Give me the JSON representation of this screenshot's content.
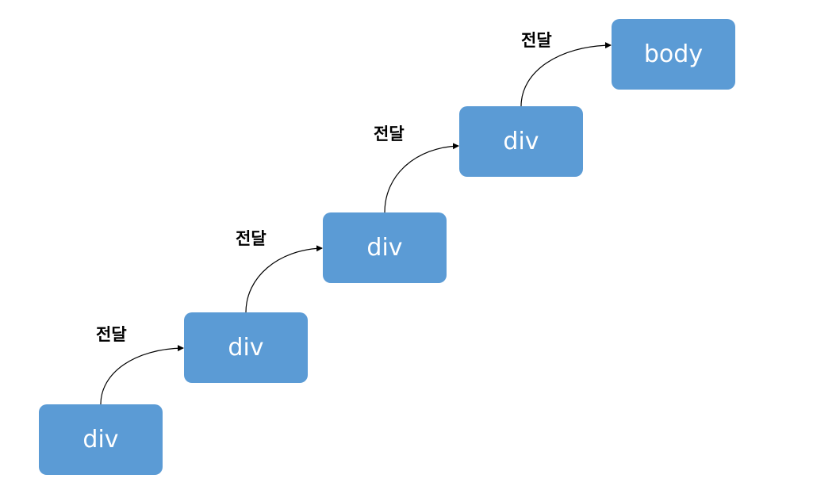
{
  "diagram": {
    "nodes": [
      {
        "id": "n1",
        "label": "div"
      },
      {
        "id": "n2",
        "label": "div"
      },
      {
        "id": "n3",
        "label": "div"
      },
      {
        "id": "n4",
        "label": "div"
      },
      {
        "id": "n5",
        "label": "body"
      }
    ],
    "edges": [
      {
        "from": "n1",
        "to": "n2",
        "label": "전달"
      },
      {
        "from": "n2",
        "to": "n3",
        "label": "전달"
      },
      {
        "from": "n3",
        "to": "n4",
        "label": "전달"
      },
      {
        "from": "n4",
        "to": "n5",
        "label": "전달"
      }
    ],
    "colors": {
      "node_fill": "#5b9bd5",
      "node_text": "#ffffff",
      "edge": "#000000"
    }
  }
}
